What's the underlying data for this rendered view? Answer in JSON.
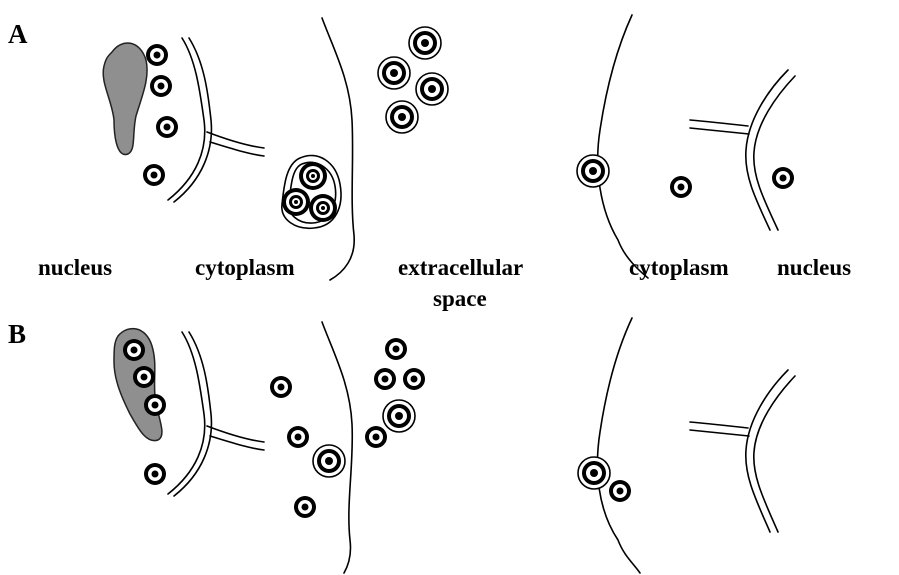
{
  "panels": {
    "a": {
      "label": "A"
    },
    "b": {
      "label": "B"
    }
  },
  "labels": {
    "nucleus_left": "nucleus",
    "cytoplasm_left": "cytoplasm",
    "extracellular_line1": "extracellular",
    "extracellular_line2": "space",
    "cytoplasm_right": "cytoplasm",
    "nucleus_right": "nucleus"
  },
  "colors": {
    "ink": "#000000",
    "nucleus_fill": "#8f8f8f",
    "background": "#ffffff"
  }
}
